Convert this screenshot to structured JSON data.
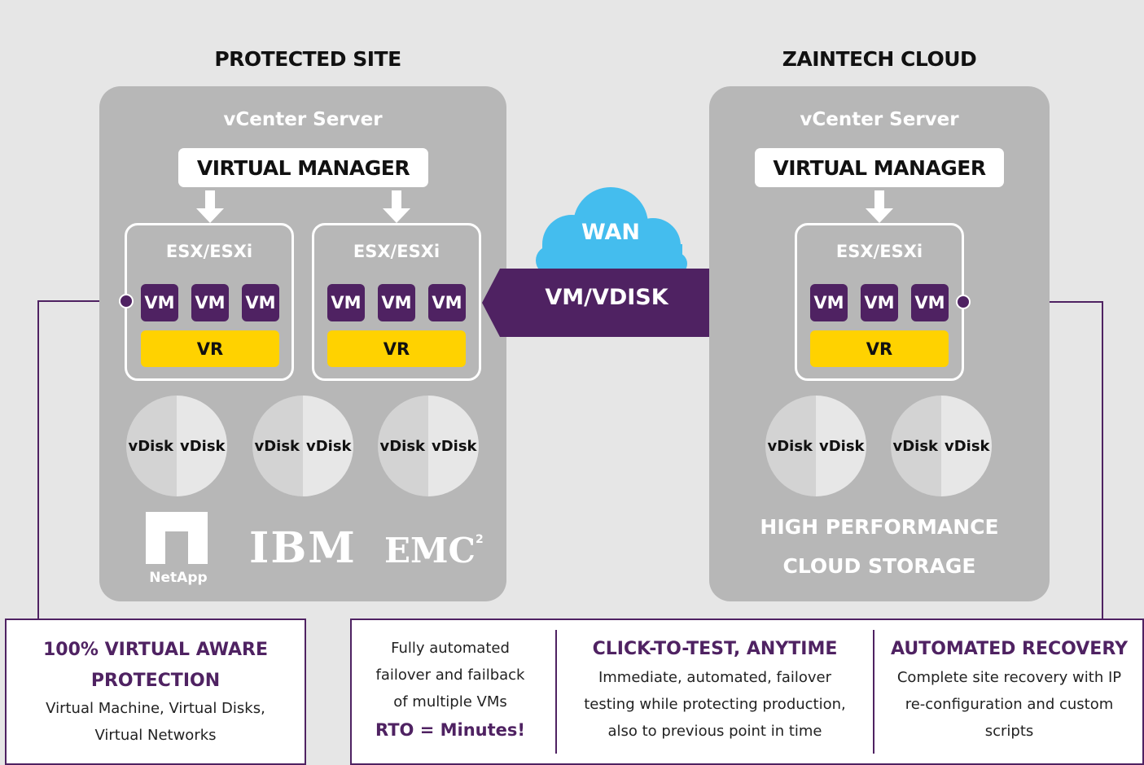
{
  "protected_site": {
    "title": "PROTECTED SITE",
    "vcenter": "vCenter Server",
    "manager": "VIRTUAL MANAGER",
    "hosts": [
      {
        "label": "ESX/ESXi",
        "vms": [
          "VM",
          "VM",
          "VM"
        ],
        "vr": "VR"
      },
      {
        "label": "ESX/ESXi",
        "vms": [
          "VM",
          "VM",
          "VM"
        ],
        "vr": "VR"
      }
    ],
    "disks": [
      [
        "vDisk",
        "vDisk"
      ],
      [
        "vDisk",
        "vDisk"
      ],
      [
        "vDisk",
        "vDisk"
      ]
    ],
    "vendors": [
      "NetApp",
      "IBM",
      "EMC",
      "2"
    ]
  },
  "cloud_site": {
    "title": "ZAINTECH CLOUD",
    "vcenter": "vCenter Server",
    "manager": "VIRTUAL MANAGER",
    "host": {
      "label": "ESX/ESXi",
      "vms": [
        "VM",
        "VM",
        "VM"
      ],
      "vr": "VR"
    },
    "disks": [
      [
        "vDisk",
        "vDisk"
      ],
      [
        "vDisk",
        "vDisk"
      ]
    ],
    "storage_line1": "HIGH PERFORMANCE",
    "storage_line2": "CLOUD STORAGE"
  },
  "wan": {
    "cloud_label": "WAN",
    "link_label": "VM/VDISK"
  },
  "features": {
    "virtual_aware": {
      "title_line1": "100% VIRTUAL AWARE",
      "title_line2": "PROTECTION",
      "text_line1": "Virtual Machine, Virtual Disks,",
      "text_line2": "Virtual Networks"
    },
    "failover": {
      "text_line1": "Fully automated",
      "text_line2": "failover and failback",
      "text_line3": "of multiple VMs",
      "highlight": "RTO = Minutes!"
    },
    "click_to_test": {
      "title": "CLICK-TO-TEST, ANYTIME",
      "text_line1": "Immediate, automated, failover",
      "text_line2": "testing while protecting production,",
      "text_line3": "also to previous point in time"
    },
    "recovery": {
      "title": "AUTOMATED RECOVERY",
      "text_line1": "Complete site recovery with IP",
      "text_line2": "re-configuration and custom",
      "text_line3": "scripts"
    }
  },
  "colors": {
    "purple": "#4f2262",
    "yellow": "#ffd200",
    "panel_gray": "#b7b7b7",
    "cloud_blue": "#44bdee"
  }
}
